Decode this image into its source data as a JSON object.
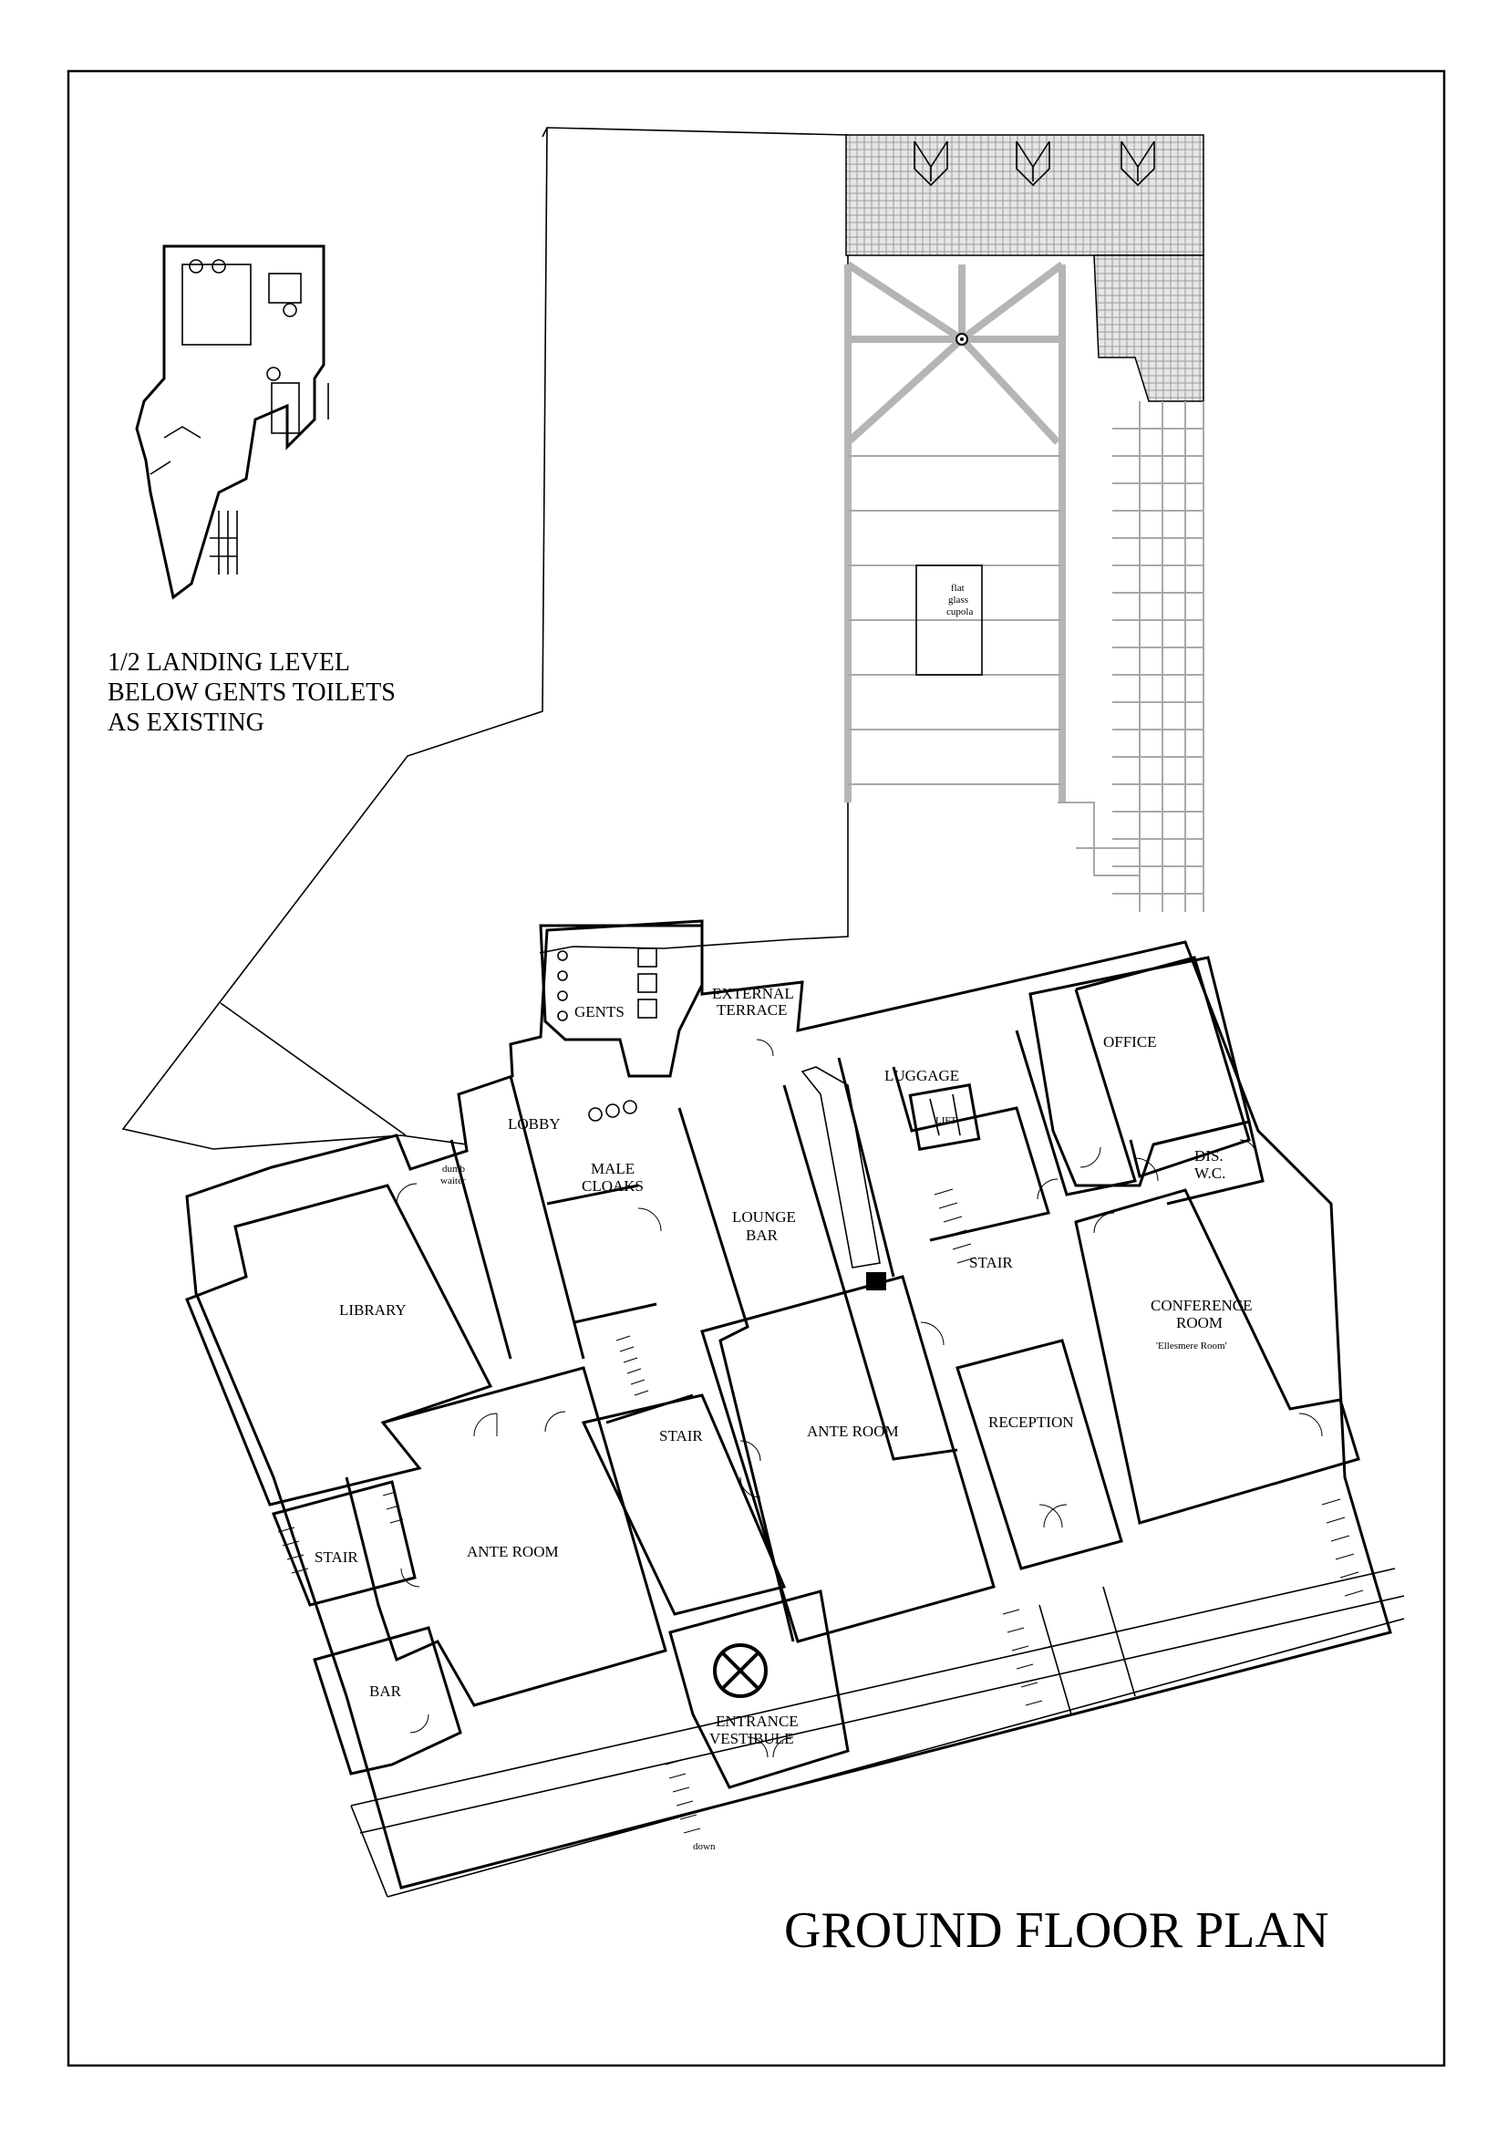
{
  "drawing": {
    "title": "GROUND FLOOR PLAN",
    "note_lines": [
      "1/2 LANDING LEVEL",
      "BELOW GENTS TOILETS",
      "AS EXISTING"
    ]
  },
  "rooms": {
    "gents": "GENTS",
    "external_terrace": [
      "EXTERNAL",
      "TERRACE"
    ],
    "luggage": "LUGGAGE",
    "office": "OFFICE",
    "lift": "LIFT",
    "lobby": "LOBBY",
    "male_cloaks": [
      "MALE",
      "CLOAKS"
    ],
    "dumb_waiter": [
      "dumb",
      "waiter"
    ],
    "dis_wc": [
      "DIS.",
      "W.C."
    ],
    "lounge_bar": [
      "LOUNGE",
      "BAR"
    ],
    "stair_east": "STAIR",
    "library": "LIBRARY",
    "conference_room": [
      "CONFERENCE",
      "ROOM",
      "'Ellesmere Room'"
    ],
    "stair_centre": "STAIR",
    "ante_room_centre": "ANTE ROOM",
    "reception": "RECEPTION",
    "stair_west": "STAIR",
    "ante_room_west": "ANTE ROOM",
    "bar": "BAR",
    "entrance_vestibule": [
      "ENTRANCE",
      "VESTIBULE"
    ],
    "cupola": [
      "flat",
      "glass",
      "cupola"
    ],
    "down": "down"
  },
  "colors": {
    "line": "#000000",
    "paving_hatch": "#b5b5b5",
    "background": "#ffffff"
  }
}
